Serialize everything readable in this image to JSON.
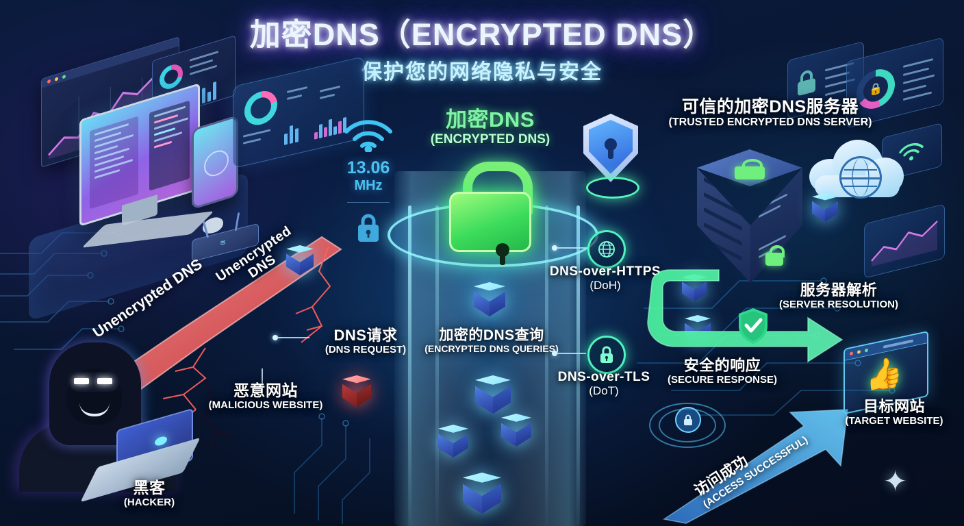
{
  "title": {
    "main": "加密DNS（ENCRYPTED DNS）",
    "subtitle": "保护您的网络隐私与安全"
  },
  "center": {
    "heading_cn": "加密DNS",
    "heading_en": "(ENCRYPTED DNS)",
    "tunnel_label_cn": "加密的DNS查询",
    "tunnel_label_en": "(ENCRYPTED DNS QUERIES)",
    "lock_icon": "padlock-icon"
  },
  "left": {
    "frequency_value": "13.06",
    "frequency_unit": "MHz",
    "wifi_icon": "wifi-icon",
    "lock_icon": "lock-icon",
    "path_label_1": "Unencrypted DNS",
    "path_label_2": "Unencrypted DNS",
    "dns_request_cn": "DNS请求",
    "dns_request_en": "(DNS REQUEST)",
    "malicious_cn": "恶意网站",
    "malicious_en": "(MALICIOUS WEBSITE)",
    "hacker_cn": "黑客",
    "hacker_en": "(HACKER)"
  },
  "protocols": [
    {
      "cn": "",
      "name": "DNS-over-HTTPS",
      "abbr": "(DoH)",
      "icon": "globe-icon"
    },
    {
      "cn": "",
      "name": "DNS-over-TLS",
      "abbr": "(DoT)",
      "icon": "lock-icon"
    }
  ],
  "right": {
    "server_cn": "可信的加密DNS服务器",
    "server_en": "(TRUSTED ENCRYPTED DNS SERVER)",
    "resolution_cn": "服务器解析",
    "resolution_en": "(SERVER RESOLUTION)",
    "response_cn": "安全的响应",
    "response_en": "(SECURE RESPONSE)",
    "access_cn": "访问成功",
    "access_en": "(ACCESS SUCCESSFUL)",
    "target_cn": "目标网站",
    "target_en": "(TARGET WEBSITE)",
    "shield_icon": "shield-keyhole-icon",
    "check_icon": "shield-check-icon",
    "thumb_icon": "thumbs-up-icon",
    "cloud_icon": "cloud-globe-icon"
  },
  "colors": {
    "background": "#0a1836",
    "title_glow": "#7b5cff",
    "subtitle": "#c9f2ff",
    "accent_green": "#3ddc5c",
    "accent_cyan": "#4cc2f0",
    "danger_red": "#ef5a5a",
    "safe_mint": "#4ff5c0"
  }
}
